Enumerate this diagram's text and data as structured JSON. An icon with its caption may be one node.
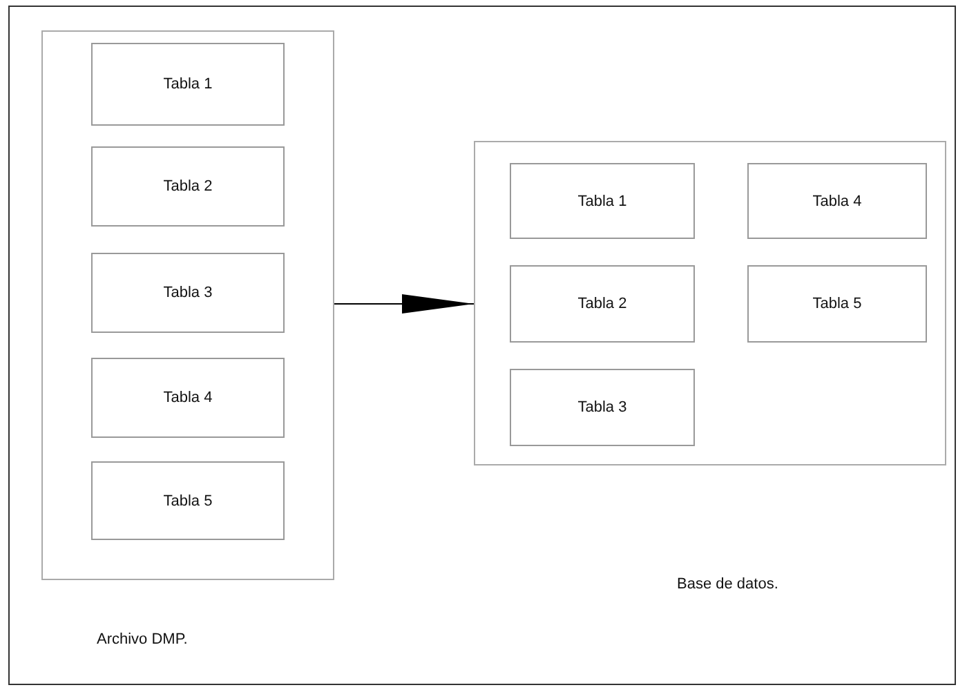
{
  "diagram": {
    "nodes": [
      {
        "text": [],
        "shape": "box"
      },
      {
        "text": [
          "Tabla 1"
        ],
        "in": 0
      },
      {
        "text": [
          "Tabla 2"
        ],
        "in": 0
      },
      {
        "text": [
          "Tabla 3"
        ],
        "in": 0
      },
      {
        "text": [
          "Tabla 4"
        ],
        "in": 0
      },
      {
        "text": [
          "Tabla 5"
        ],
        "in": 0
      },
      {
        "text": [],
        "shape": "box"
      },
      {
        "text": [
          "Tabla 1"
        ],
        "in": 6
      },
      {
        "text": [
          "Tabla 4"
        ],
        "in": 6
      },
      {
        "text": [
          "Tabla 2"
        ],
        "in": 6
      },
      {
        "text": [
          "Tabla 5"
        ],
        "in": 6
      },
      {
        "text": [
          "Tabla 3"
        ],
        "in": 6
      }
    ],
    "edges": [
      {
        "from": 0,
        "to": 6,
        "arrow": "to"
      }
    ],
    "labels": [
      "Base de datos.",
      "Archivo DMP."
    ]
  }
}
